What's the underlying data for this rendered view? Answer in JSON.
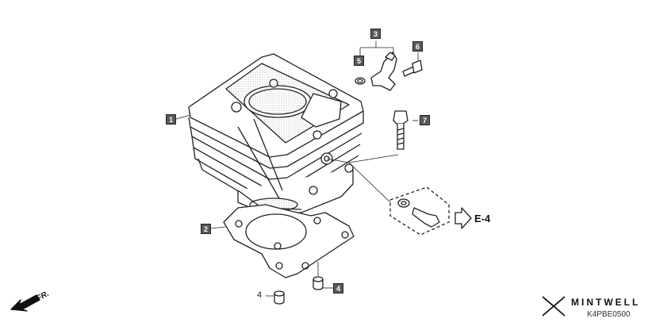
{
  "callouts": {
    "c1": "1",
    "c2": "2",
    "c3": "3",
    "c4": "4",
    "c4_plain": "4",
    "c5": "5",
    "c6": "6",
    "c7": "7"
  },
  "reference": "E-4",
  "front_label": "FR.",
  "brand": "MINTWELL",
  "diagram_code": "K4PBE0500",
  "colors": {
    "callout_bg": "#5a5a5a",
    "line": "#222222"
  }
}
